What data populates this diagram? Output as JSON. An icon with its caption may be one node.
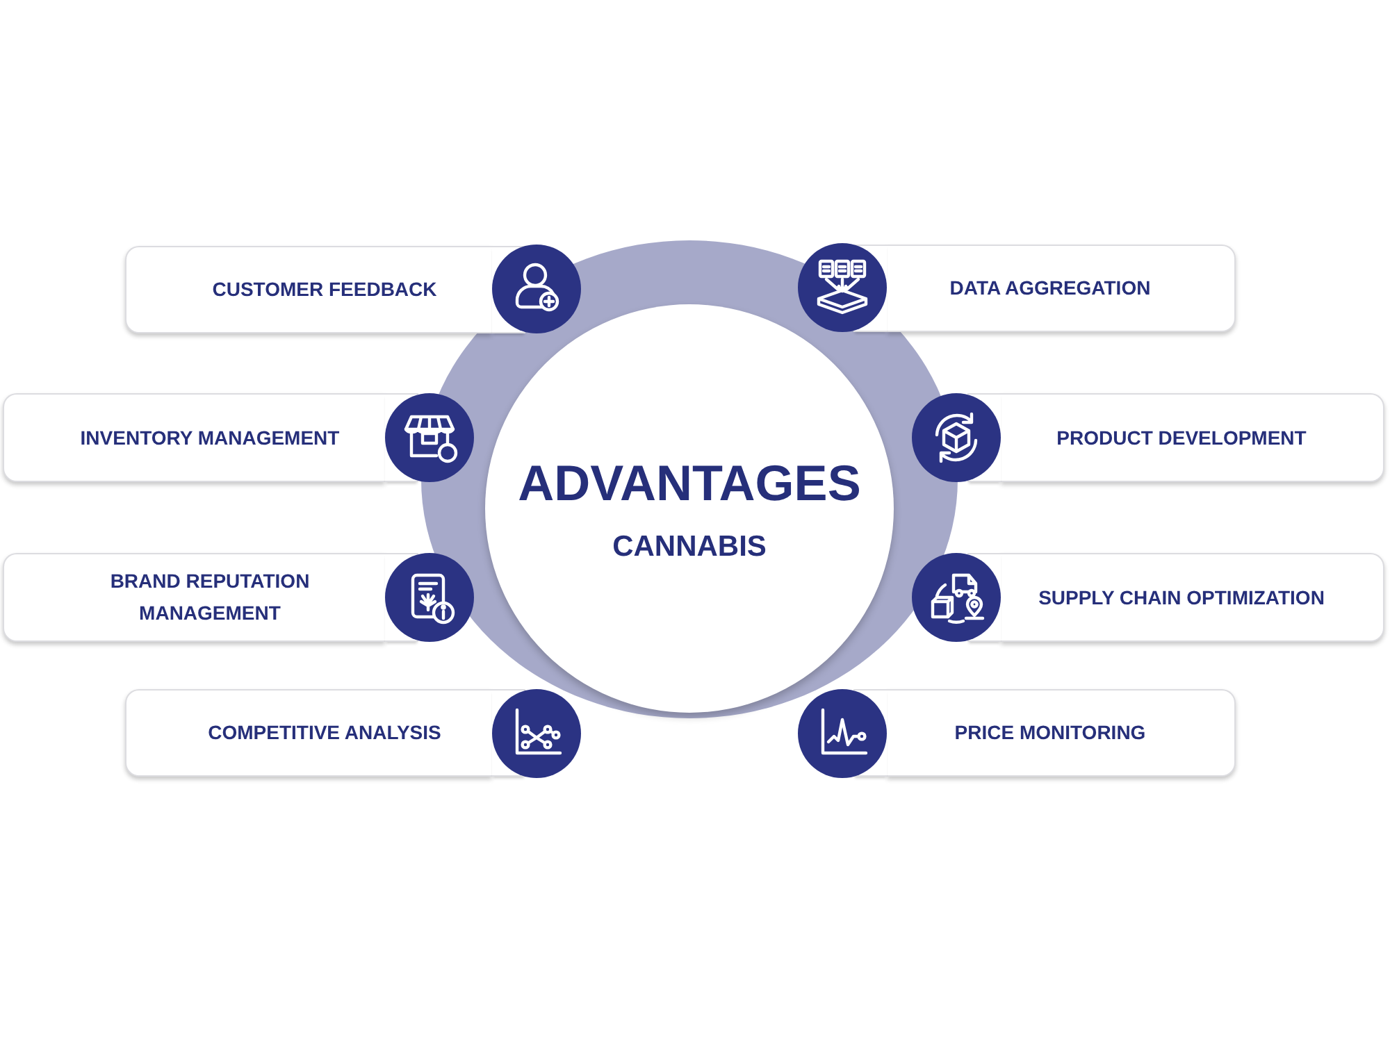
{
  "diagram": {
    "nodes": [
      {
        "text": [
          "ADVANTAGES",
          "CANNABIS"
        ]
      },
      {
        "text": [
          "CUSTOMER FEEDBACK"
        ]
      },
      {
        "text": [
          "DATA AGGREGATION"
        ]
      },
      {
        "text": [
          "INVENTORY MANAGEMENT"
        ]
      },
      {
        "text": [
          "PRODUCT DEVELOPMENT"
        ]
      },
      {
        "text": [
          "BRAND REPUTATION MANAGEMENT"
        ]
      },
      {
        "text": [
          "SUPPLY CHAIN OPTIMIZATION"
        ]
      },
      {
        "text": [
          "COMPETITIVE ANALYSIS"
        ]
      },
      {
        "text": [
          "PRICE MONITORING"
        ]
      }
    ]
  }
}
